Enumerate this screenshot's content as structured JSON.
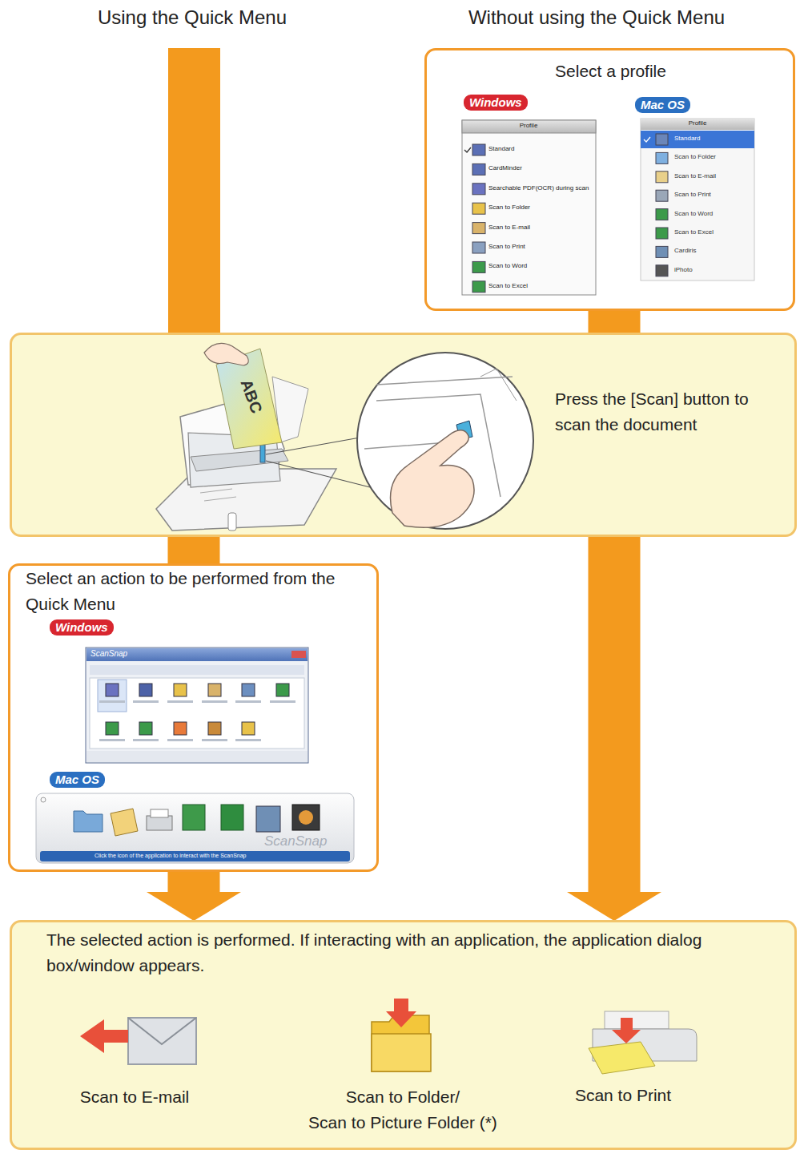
{
  "diagram": {
    "nodes": [
      {
        "text": [
          "Select a profile"
        ]
      },
      {
        "text": [
          "Press the [Scan] button to scan the document"
        ]
      },
      {
        "text": [
          "Select an action to be performed from the Quick Menu"
        ]
      },
      {
        "text": [
          "The selected action is performed. If interacting with an application, the application dialog box/window appears.",
          "Scan to E-mail",
          "Scan to Folder/ Scan to Picture Folder (*)",
          "Scan to Print"
        ]
      }
    ],
    "edges": [
      {
        "from": 0,
        "to": 1,
        "arrow": "none"
      },
      {
        "from": 1,
        "to": 2,
        "arrow": "none"
      },
      {
        "from": 2,
        "to": 3,
        "arrow": "to"
      },
      {
        "from": 1,
        "to": 3,
        "arrow": "to"
      }
    ],
    "labels": [
      "Using the Quick Menu",
      "Without using the Quick Menu",
      "Windows",
      "Profile",
      "Standard",
      "CardMinder",
      "Searchable PDF(OCR) during scan",
      "Scan to Folder",
      "Scan to E-mail",
      "Scan to Print",
      "Scan to Word",
      "Scan to Excel",
      "Mac OS",
      "Profile",
      "Standard",
      "Scan to Folder",
      "Scan to E-mail",
      "Scan to Print",
      "Scan to Word",
      "Scan to Excel",
      "Cardiris",
      "iPhoto",
      "ABC",
      "Windows",
      "ScanSnap",
      "Mac OS",
      "Click the icon of the application to interact with the ScanSnap",
      "ScanSnap"
    ]
  }
}
